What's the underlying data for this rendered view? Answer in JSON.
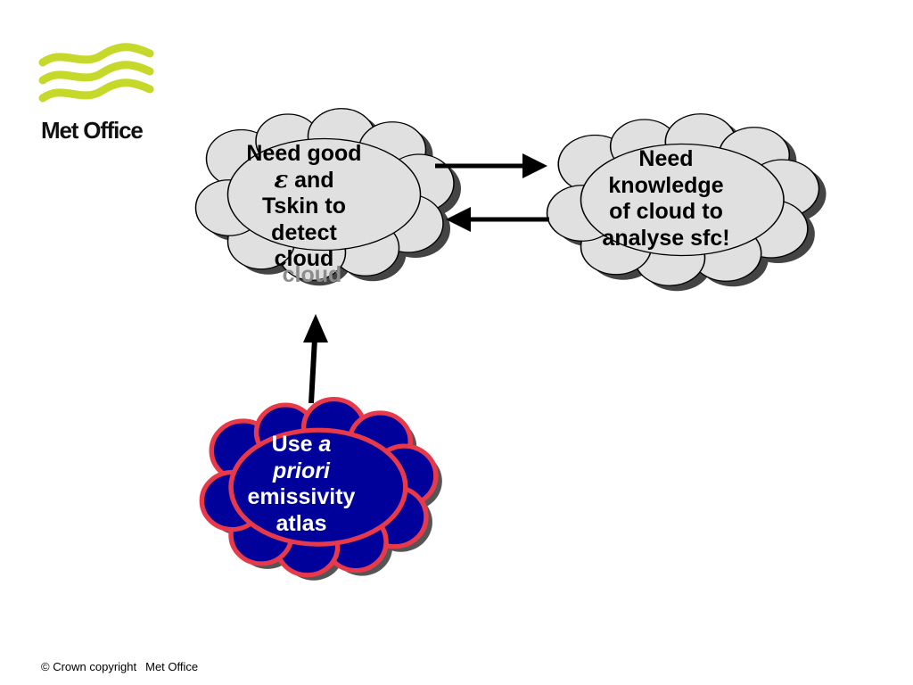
{
  "logo": {
    "text": "Met Office",
    "wave_color": "#c6d82a"
  },
  "clouds": {
    "top_left": {
      "line1": "Need good",
      "symbol": "ε",
      "line2_rest": " and",
      "line3": "Tskin to",
      "line4": "detect",
      "line5": "cloud",
      "ghost": "cloud",
      "fill": "#e0e0e0"
    },
    "top_right": {
      "line1": "Need",
      "line2": "knowledge",
      "line3": "of cloud to",
      "line4": "analyse sfc!",
      "fill": "#e0e0e0"
    },
    "bottom": {
      "line1_plain": "Use ",
      "line1_italic": "a",
      "line2_italic": "priori",
      "line3": "emissivity",
      "line4": "atlas",
      "fill": "#00009a",
      "outline": "#e8394a"
    }
  },
  "footer": {
    "copyright": "© Crown copyright",
    "org": "Met Office"
  }
}
